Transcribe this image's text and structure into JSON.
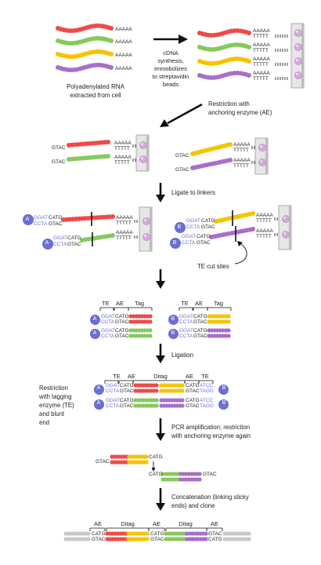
{
  "colors": {
    "red": "#ef4a4a",
    "green": "#86c95c",
    "yellow": "#f5c400",
    "purple": "#a86ec9",
    "gray": "#c8c8c8",
    "linker_blue": "#6a6fd1",
    "bead_purple": "#d9a8e0",
    "arrow": "#111111"
  },
  "labels": {
    "polya": "AAAAA",
    "polyt": "TTTTT",
    "rna_caption_1": "Polyadenylated RNA",
    "rna_caption_2": "extracted from cell",
    "cdna_1": "cDNA",
    "cdna_2": "synthesis,",
    "cdna_3": "immobolizes",
    "cdna_4": "to streptavidin",
    "cdna_5": "beads",
    "restr_ae_1": "Restriction with",
    "restr_ae_2": "anchoring enzyme (AE)",
    "gtac": "GTAC",
    "catg": "CATG",
    "ggat": "GGAT",
    "ccta": "CCTA",
    "atcc": "ATCC",
    "tagg": "TAGG",
    "linker_a": "A",
    "linker_b": "B",
    "ligate_linkers": "Ligate to linkers",
    "te_cut_sites": "TE cut sites",
    "te": "TE",
    "ae": "AE",
    "tag": "Tag",
    "ditag": "Ditag",
    "ligation": "Ligation",
    "restr_te_1": "Restriction",
    "restr_te_2": "with tagging",
    "restr_te_3": "enzyme (TE)",
    "restr_te_4": "and blunt",
    "restr_te_5": "end",
    "pcr_1": "PCR amplification; restriction",
    "pcr_2": "with anchoring enzyme again",
    "concat_1": "Concatenation (linking sticky",
    "concat_2": "ends) and clone"
  }
}
